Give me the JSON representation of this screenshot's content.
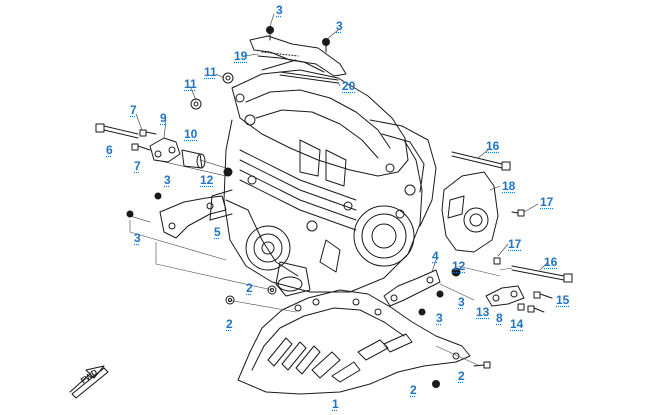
{
  "diagram": {
    "forward_marker": "FWD",
    "callout_color": "#1d74c7",
    "line_color": "#1a1a1a",
    "callouts": [
      {
        "id": "c3a",
        "label": "3"
      },
      {
        "id": "c3b",
        "label": "3"
      },
      {
        "id": "c19",
        "label": "19"
      },
      {
        "id": "c20",
        "label": "20"
      },
      {
        "id": "c11",
        "label": "11"
      },
      {
        "id": "c11b",
        "label": "11"
      },
      {
        "id": "c7a",
        "label": "7"
      },
      {
        "id": "c9",
        "label": "9"
      },
      {
        "id": "c6",
        "label": "6"
      },
      {
        "id": "c10",
        "label": "10"
      },
      {
        "id": "c7b",
        "label": "7"
      },
      {
        "id": "c3c",
        "label": "3"
      },
      {
        "id": "c12a",
        "label": "12"
      },
      {
        "id": "c16a",
        "label": "16"
      },
      {
        "id": "c18",
        "label": "18"
      },
      {
        "id": "c17a",
        "label": "17"
      },
      {
        "id": "c5",
        "label": "5"
      },
      {
        "id": "c3d",
        "label": "3"
      },
      {
        "id": "c17b",
        "label": "17"
      },
      {
        "id": "c4",
        "label": "4"
      },
      {
        "id": "c12b",
        "label": "12"
      },
      {
        "id": "c16b",
        "label": "16"
      },
      {
        "id": "c2a",
        "label": "2"
      },
      {
        "id": "c3e",
        "label": "3"
      },
      {
        "id": "c15",
        "label": "15"
      },
      {
        "id": "c3f",
        "label": "3"
      },
      {
        "id": "c13",
        "label": "13"
      },
      {
        "id": "c8",
        "label": "8"
      },
      {
        "id": "c14",
        "label": "14"
      },
      {
        "id": "c2b",
        "label": "2"
      },
      {
        "id": "c2c",
        "label": "2"
      },
      {
        "id": "c2d",
        "label": "2"
      },
      {
        "id": "c1",
        "label": "1"
      }
    ]
  }
}
